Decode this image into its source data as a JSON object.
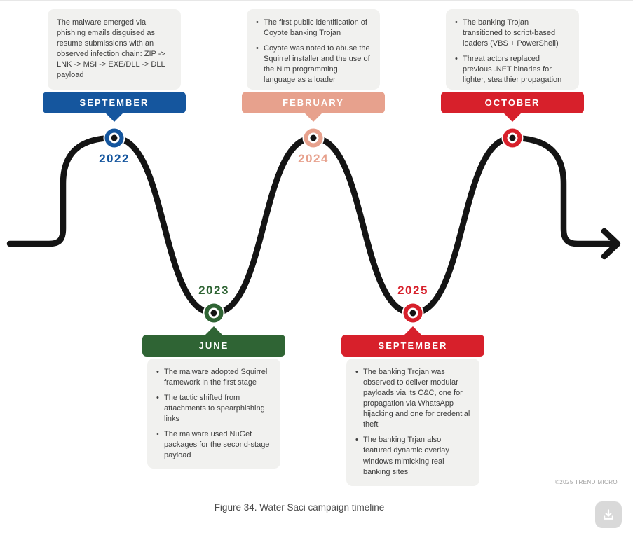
{
  "page": {
    "caption": "Figure 34. Water Saci campaign timeline",
    "credit": "©2025 TREND MICRO"
  },
  "colors": {
    "blue": "#15569e",
    "salmon": "#e7a18d",
    "red": "#d7202b",
    "green": "#2f6434",
    "line": "#141414",
    "box_background": "#f1f1ef"
  },
  "download_button": {
    "icon": "download-icon"
  },
  "timeline": {
    "events": [
      {
        "month": "SEPTEMBER",
        "year": "2022",
        "color": "#15569e",
        "position": "top",
        "paragraph": "The malware emerged via phishing emails disguised as resume submissions with an observed infection chain: ZIP -> LNK -> MSI -> EXE/DLL -> DLL payload",
        "bullets": []
      },
      {
        "month": "JUNE",
        "year": "2023",
        "color": "#2f6434",
        "position": "bottom",
        "bullets": [
          "The malware adopted Squirrel framework in the first stage",
          "The tactic shifted from attachments to spearphishing links",
          "The malware used NuGet packages for the second-stage payload"
        ]
      },
      {
        "month": "FEBRUARY",
        "year": "2024",
        "color": "#e7a18d",
        "position": "top",
        "bullets": [
          "The first public identification of Coyote banking Trojan",
          "Coyote was noted to abuse the Squirrel installer and the use of the Nim programming language as a loader"
        ]
      },
      {
        "month": "SEPTEMBER",
        "year": "2025",
        "color": "#d7202b",
        "position": "bottom",
        "bullets": [
          "The banking Trojan was observed to deliver modular payloads via its C&C, one for propagation via WhatsApp hijacking and one for credential theft",
          "The banking Trjan also featured dynamic overlay windows mimicking real banking sites"
        ]
      },
      {
        "month": "OCTOBER",
        "color": "#d7202b",
        "position": "top",
        "bullets": [
          "The banking Trojan transitioned to script-based loaders (VBS + PowerShell)",
          "Threat actors replaced previous .NET binaries for lighter, stealthier propagation"
        ]
      }
    ]
  }
}
